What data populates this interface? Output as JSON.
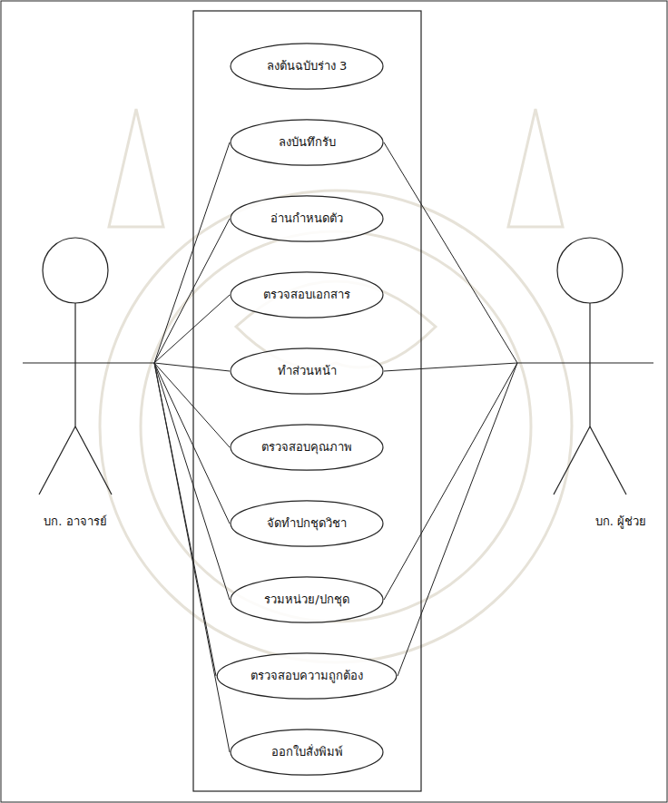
{
  "diagram": {
    "nodes": [
      {
        "text": [
          "บก. อาจารย์"
        ]
      },
      {
        "text": [
          "ลงต้นฉบับร่าง 3"
        ]
      },
      {
        "text": [
          "ลงบันทึกรับ"
        ]
      },
      {
        "text": [
          "อ่านกำหนดตัว"
        ]
      },
      {
        "text": [
          "ตรวจสอบเอกสาร"
        ]
      },
      {
        "text": [
          "ทำส่วนหน้า"
        ]
      },
      {
        "text": [
          "ตรวจสอบคุณภาพ"
        ]
      },
      {
        "text": [
          "จัดทำปกชุดวิชา"
        ]
      },
      {
        "text": [
          "รวมหน่วย/ปกชุด"
        ]
      },
      {
        "text": [
          "ตรวจสอบความถูกต้อง"
        ]
      },
      {
        "text": [
          "ออกใบสั่งพิมพ์"
        ]
      },
      {
        "text": [
          "บก. ผู้ช่วย"
        ]
      }
    ],
    "edges": [
      {
        "from": 0,
        "to": 2,
        "arrow": "none"
      },
      {
        "from": 0,
        "to": 3,
        "arrow": "none"
      },
      {
        "from": 0,
        "to": 4,
        "arrow": "none"
      },
      {
        "from": 0,
        "to": 5,
        "arrow": "none"
      },
      {
        "from": 0,
        "to": 6,
        "arrow": "none"
      },
      {
        "from": 0,
        "to": 7,
        "arrow": "none"
      },
      {
        "from": 0,
        "to": 8,
        "arrow": "none"
      },
      {
        "from": 0,
        "to": 9,
        "arrow": "none"
      },
      {
        "from": 0,
        "to": 10,
        "arrow": "none"
      },
      {
        "from": 11,
        "to": 2,
        "arrow": "none"
      },
      {
        "from": 11,
        "to": 5,
        "arrow": "none"
      },
      {
        "from": 11,
        "to": 8,
        "arrow": "none"
      },
      {
        "from": 11,
        "to": 9,
        "arrow": "none"
      }
    ]
  }
}
